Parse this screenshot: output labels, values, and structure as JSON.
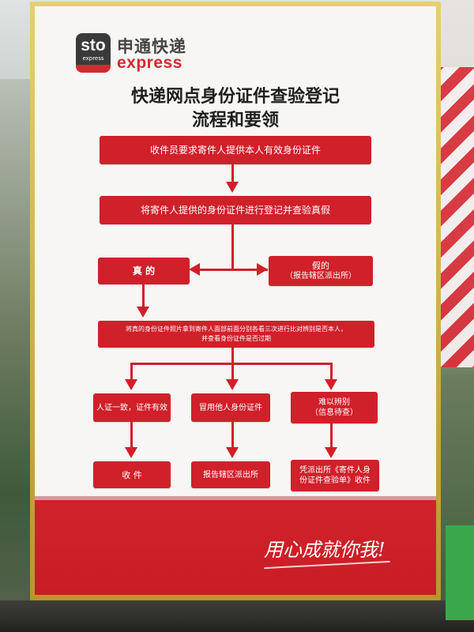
{
  "logo": {
    "badge_text": "sto",
    "badge_subtext": "express",
    "name_cn": "申通快递",
    "name_en": "express"
  },
  "title": {
    "line1": "快递网点身份证件查验登记",
    "line2": "流程和要领"
  },
  "flow": {
    "step1": "收件员要求寄件人提供本人有效身份证件",
    "step2": "将寄件人提供的身份证件进行登记并查验真假",
    "true_label": "真    的",
    "false_label_line1": "假的",
    "false_label_line2": "（报告辖区派出所）",
    "check_line1": "将真的身份证件照片拿到寄件人面部前面分别各看三次进行比对辨别是否本人，",
    "check_line2": "并查看身份证件是否过期",
    "outcome_match": "人证一致，证件有效",
    "outcome_fraud": "冒用他人身份证件",
    "outcome_unclear_line1": "难以辨别",
    "outcome_unclear_line2": "（信息待查）",
    "action_accept": "收    件",
    "action_report": "报告辖区派出所",
    "action_form_line1": "凭派出所《寄件人身",
    "action_form_line2": "份证件查验单》收件"
  },
  "slogan": "用心成就你我!",
  "colors": {
    "brand_red": "#d0202a",
    "frame_gold": "#c9a93e",
    "poster_bg": "#f7f6f4"
  }
}
